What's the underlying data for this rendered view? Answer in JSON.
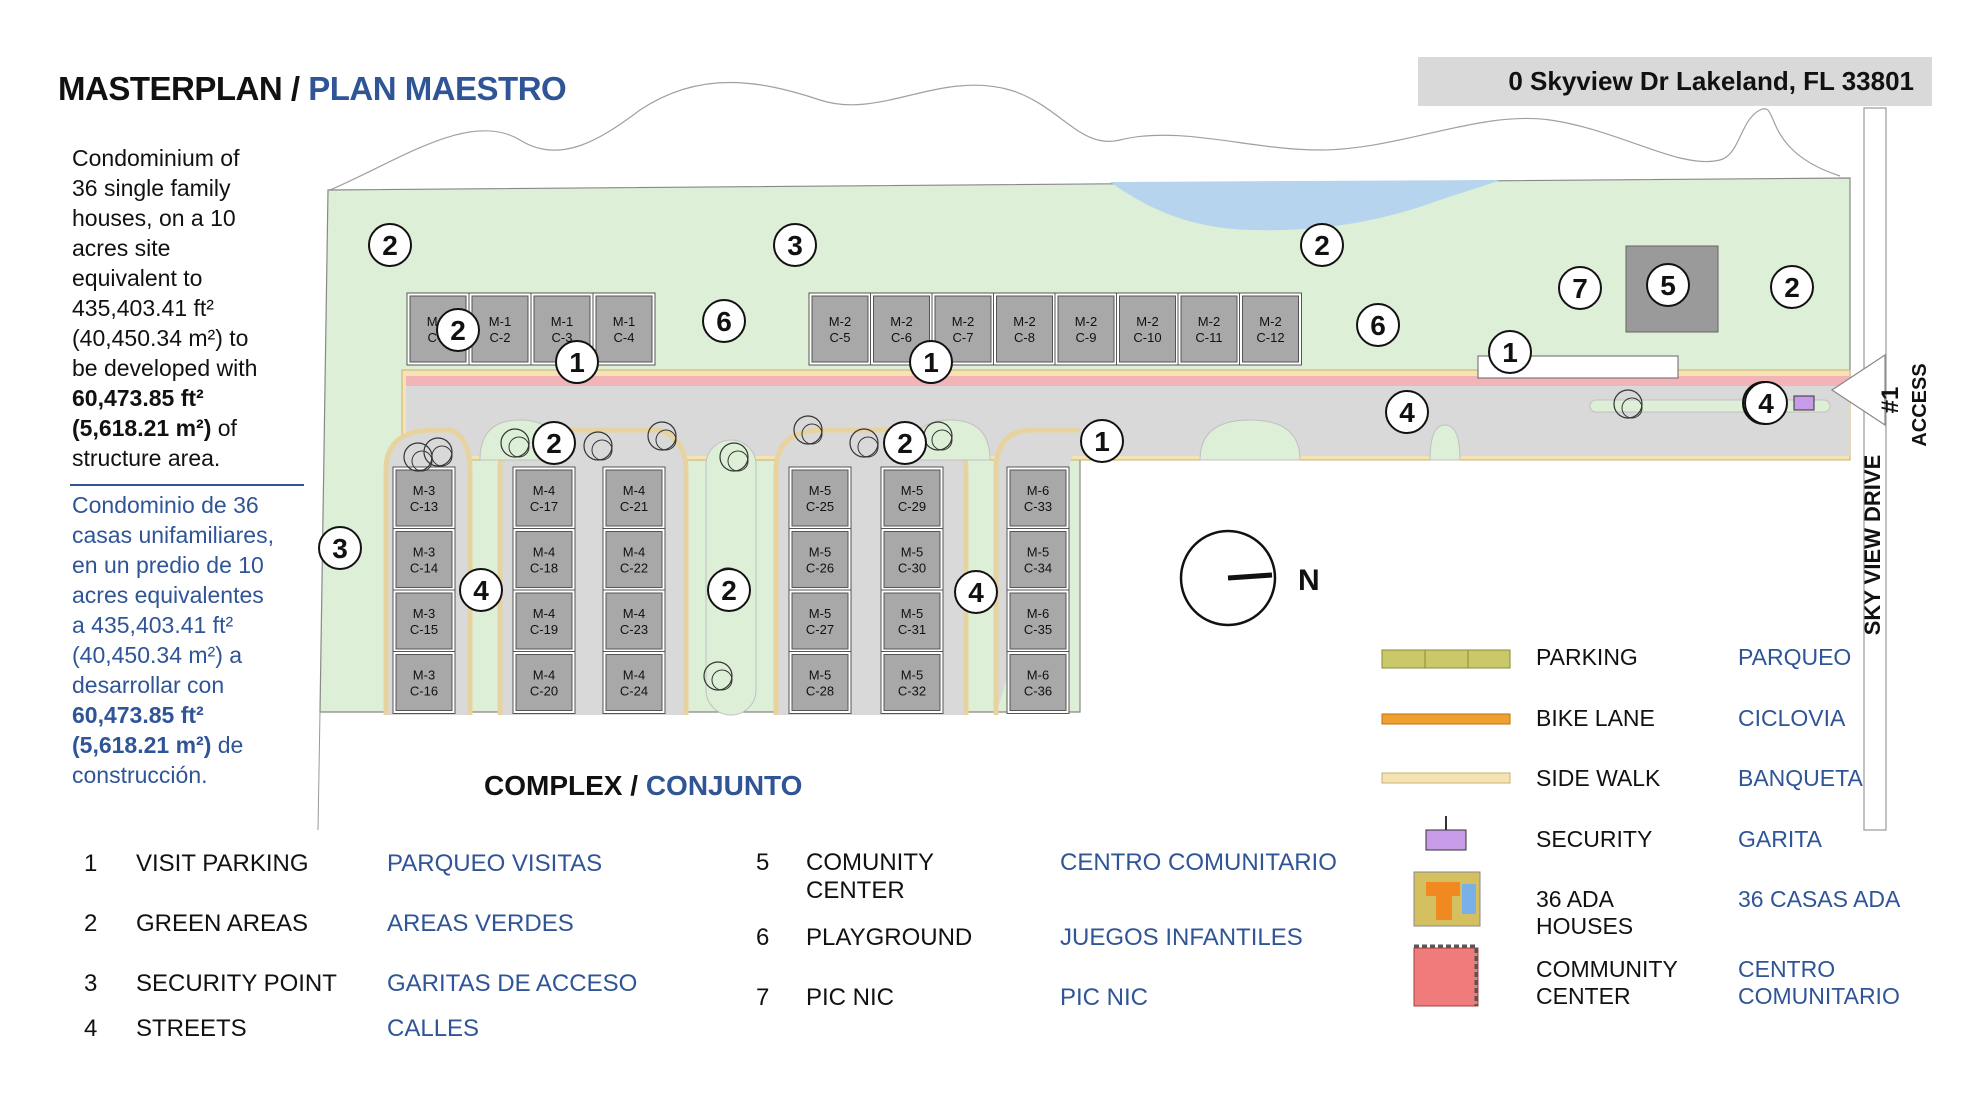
{
  "title": {
    "en": "MASTERPLAN",
    "sep": " / ",
    "es": "PLAN MAESTRO"
  },
  "address": "0 Skyview Dr Lakeland, FL 33801",
  "description": {
    "en": [
      "Condominium of",
      "36 single family",
      "houses, on a 10",
      "acres site",
      "equivalent to",
      "435,403.41 ft²",
      "(40,450.34 m²) to",
      "be developed with"
    ],
    "en_bold1": "60,473.85 ft²",
    "en_bold2": "(5,618.21 m²)",
    "en_tail2": " of",
    "en_tail3": "structure area.",
    "es": [
      "Condominio de 36",
      "casas unifamiliares,",
      "en un predio de 10",
      "acres equivalentes",
      "a 435,403.41 ft²",
      "(40,450.34 m²) a",
      "desarrollar con"
    ],
    "es_bold1": "60,473.85 ft²",
    "es_bold2": "(5,618.21 m²)",
    "es_tail2": " de",
    "es_tail3": "construcción."
  },
  "plan": {
    "access_number": "#1",
    "access_label": "ACCESS",
    "road_label": "SKY VIEW DRIVE",
    "north_label": "N",
    "units_top_left": [
      {
        "m": "M-1",
        "c": "C-1"
      },
      {
        "m": "M-1",
        "c": "C-2"
      },
      {
        "m": "M-1",
        "c": "C-3"
      },
      {
        "m": "M-1",
        "c": "C-4"
      }
    ],
    "units_top_mid": [
      {
        "m": "M-2",
        "c": "C-5"
      },
      {
        "m": "M-2",
        "c": "C-6"
      },
      {
        "m": "M-2",
        "c": "C-7"
      },
      {
        "m": "M-2",
        "c": "C-8"
      },
      {
        "m": "M-2",
        "c": "C-9"
      },
      {
        "m": "M-2",
        "c": "C-10"
      },
      {
        "m": "M-2",
        "c": "C-11"
      },
      {
        "m": "M-2",
        "c": "C-12"
      }
    ],
    "col_m3": [
      {
        "m": "M-3",
        "c": "C-13"
      },
      {
        "m": "M-3",
        "c": "C-14"
      },
      {
        "m": "M-3",
        "c": "C-15"
      },
      {
        "m": "M-3",
        "c": "C-16"
      }
    ],
    "col_m4a": [
      {
        "m": "M-4",
        "c": "C-17"
      },
      {
        "m": "M-4",
        "c": "C-18"
      },
      {
        "m": "M-4",
        "c": "C-19"
      },
      {
        "m": "M-4",
        "c": "C-20"
      }
    ],
    "col_m4b": [
      {
        "m": "M-4",
        "c": "C-21"
      },
      {
        "m": "M-4",
        "c": "C-22"
      },
      {
        "m": "M-4",
        "c": "C-23"
      },
      {
        "m": "M-4",
        "c": "C-24"
      }
    ],
    "col_m5a": [
      {
        "m": "M-5",
        "c": "C-25"
      },
      {
        "m": "M-5",
        "c": "C-26"
      },
      {
        "m": "M-5",
        "c": "C-27"
      },
      {
        "m": "M-5",
        "c": "C-28"
      }
    ],
    "col_m5b": [
      {
        "m": "M-5",
        "c": "C-29"
      },
      {
        "m": "M-5",
        "c": "C-30"
      },
      {
        "m": "M-5",
        "c": "C-31"
      },
      {
        "m": "M-5",
        "c": "C-32"
      }
    ],
    "col_m6": [
      {
        "m": "M-6",
        "c": "C-33"
      },
      {
        "m": "M-5",
        "c": "C-34"
      },
      {
        "m": "M-6",
        "c": "C-35"
      },
      {
        "m": "M-6",
        "c": "C-36"
      }
    ],
    "markers": [
      "2",
      "3",
      "2",
      "7",
      "5",
      "2",
      "6",
      "6",
      "1",
      "1",
      "1",
      "4",
      "1",
      "2",
      "2",
      "1",
      "3",
      "4",
      "2",
      "4",
      "2",
      "4"
    ]
  },
  "complex_label": {
    "en": "COMPLEX",
    "sep": " / ",
    "es": "CONJUNTO"
  },
  "key_left": [
    {
      "num": "1",
      "en": "VISIT PARKING",
      "es": "PARQUEO VISITAS"
    },
    {
      "num": "2",
      "en": "GREEN AREAS",
      "es": "AREAS VERDES"
    },
    {
      "num": "3",
      "en": "SECURITY POINT",
      "es": "GARITAS DE ACCESO"
    },
    {
      "num": "4",
      "en": "STREETS",
      "es": "CALLES"
    }
  ],
  "key_right": [
    {
      "num": "5",
      "en": "COMUNITY CENTER",
      "es": "CENTRO COMUNITARIO"
    },
    {
      "num": "6",
      "en": "PLAYGROUND",
      "es": "JUEGOS INFANTILES"
    },
    {
      "num": "7",
      "en": "PIC NIC",
      "es": "PIC NIC"
    }
  ],
  "legend": [
    {
      "en": "PARKING",
      "es": "PARQUEO"
    },
    {
      "en": "BIKE LANE",
      "es": "CICLOVIA"
    },
    {
      "en": "SIDE WALK",
      "es": "BANQUETA"
    },
    {
      "en": "SECURITY",
      "es": "GARITA"
    },
    {
      "en": "36 ADA HOUSES",
      "es": "36 CASAS ADA"
    },
    {
      "en": "COMMUNITY CENTER",
      "es": "CENTRO COMUNITARIO"
    }
  ],
  "colors": {
    "green": "#deefd8",
    "lake": "#b7d4ee",
    "street": "#d9d9d9",
    "sidewalk": "#f6e3b4",
    "pink": "#f3b4b8",
    "building": "#a8a8a8",
    "parking": "#c9c96a",
    "bike": "#f0a030",
    "security": "#c79be8",
    "community": "#f07b7b",
    "blue": "#2f5597"
  }
}
